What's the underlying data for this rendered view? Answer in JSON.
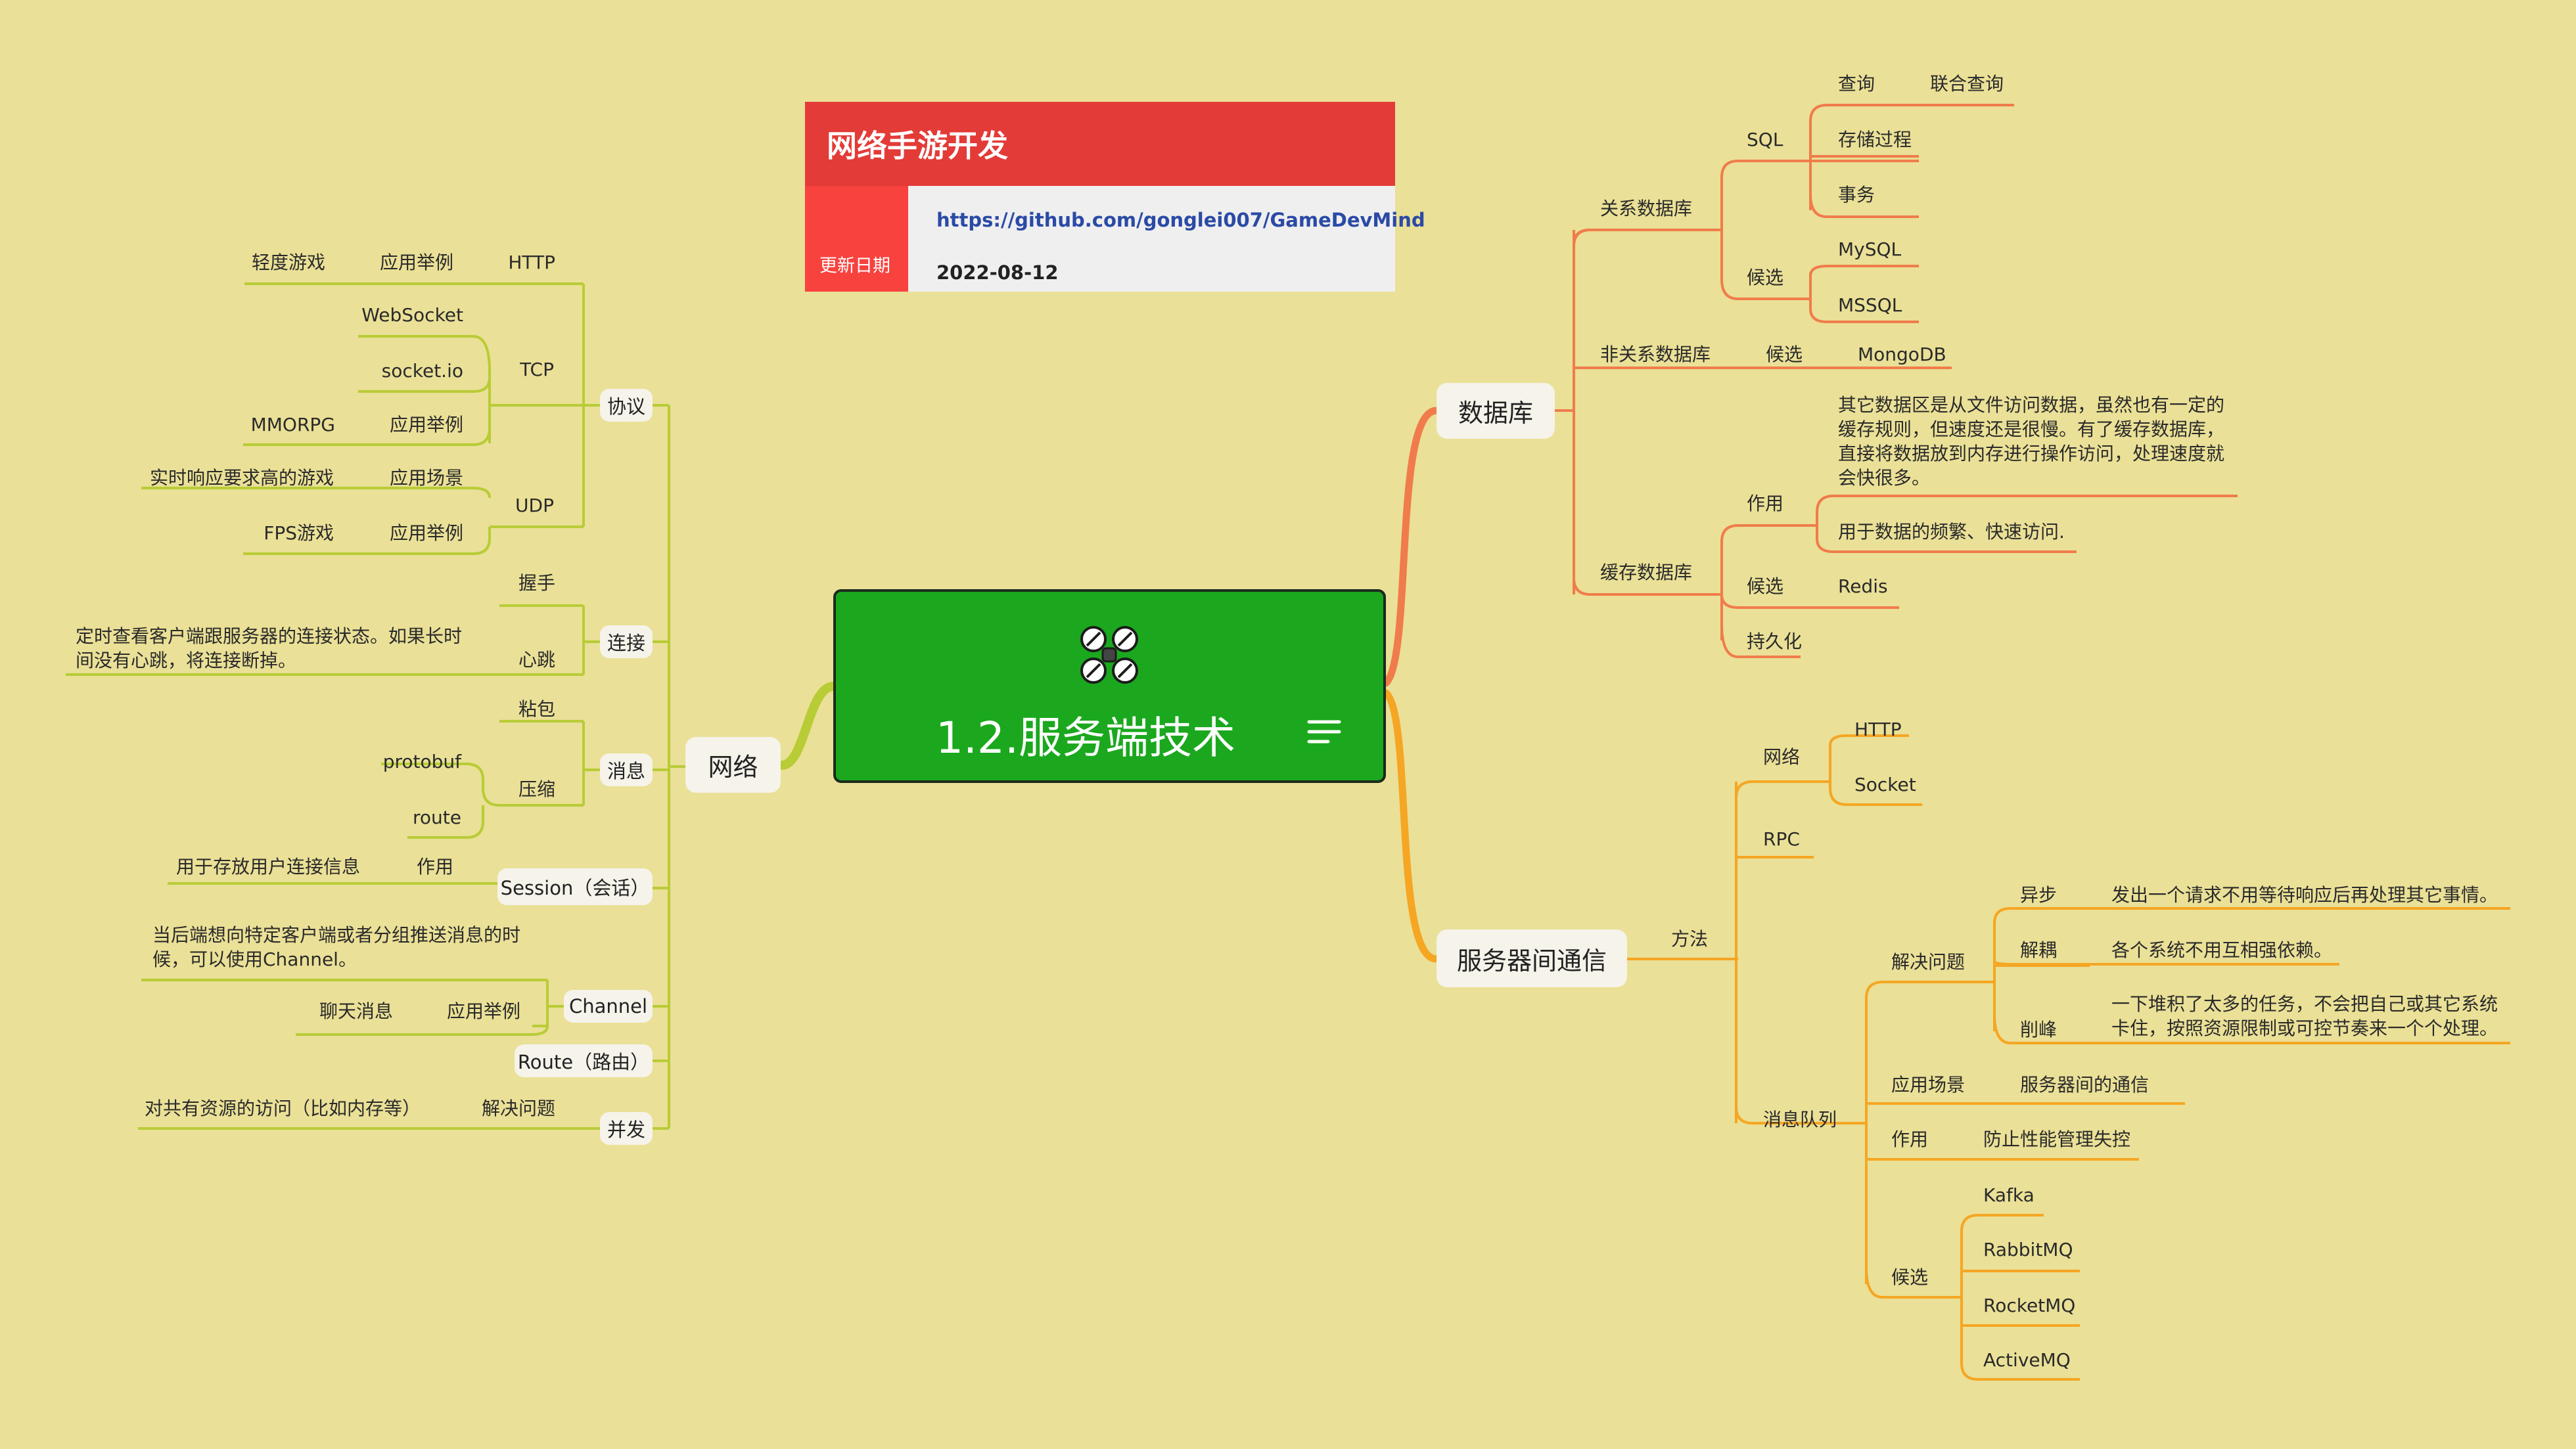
{
  "header_card": {
    "title": "网络手游开发",
    "url": "https://github.com/gonglei007/GameDevMind",
    "date_label": "更新日期",
    "date": "2022-08-12"
  },
  "central": {
    "title": "1.2.服务端技术",
    "icon": "drone-icon",
    "menu_icon": "notes-icon"
  },
  "colors": {
    "background": "#EAE097",
    "central_fill": "#1BA81E",
    "branch_network": "#B8CC36",
    "branch_database": "#F07C4B",
    "branch_server": "#F5A623",
    "card_red": "#E33B37"
  },
  "network": {
    "label": "网络",
    "protocol": {
      "label": "协议",
      "http": {
        "label": "HTTP",
        "example_label": "应用举例",
        "example": "轻度游戏"
      },
      "tcp": {
        "label": "TCP",
        "websocket": "WebSocket",
        "socketio": "socket.io",
        "example_label": "应用举例",
        "example": "MMORPG"
      },
      "udp": {
        "label": "UDP",
        "scene_label": "应用场景",
        "scene": "实时响应要求高的游戏",
        "example_label": "应用举例",
        "example": "FPS游戏"
      }
    },
    "connect": {
      "label": "连接",
      "handshake": "握手",
      "heartbeat": "心跳",
      "heartbeat_desc": "定时查看客户端跟服务器的连接状态。如果长时间没有心跳，将连接断掉。"
    },
    "message": {
      "label": "消息",
      "sticky": "粘包",
      "compress": "压缩",
      "protobuf": "protobuf",
      "route": "route"
    },
    "session": {
      "label": "Session（会话）",
      "role_label": "作用",
      "role": "用于存放用户连接信息"
    },
    "channel": {
      "label": "Channel",
      "desc": "当后端想向特定客户端或者分组推送消息的时候，可以使用Channel。",
      "example_label": "应用举例",
      "example": "聊天消息"
    },
    "route_node": {
      "label": "Route（路由）"
    },
    "concurrency": {
      "label": "并发",
      "problem_label": "解决问题",
      "problem": "对共有资源的访问（比如内存等）"
    }
  },
  "database": {
    "label": "数据库",
    "relational": {
      "label": "关系数据库",
      "sql": {
        "label": "SQL",
        "query": "查询",
        "join_query": "联合查询",
        "procedure": "存储过程",
        "transaction": "事务"
      },
      "candidates": {
        "label": "候选",
        "items": [
          "MySQL",
          "MSSQL"
        ]
      }
    },
    "nosql": {
      "label": "非关系数据库",
      "candidates_label": "候选",
      "candidate": "MongoDB"
    },
    "cache": {
      "label": "缓存数据库",
      "role_label": "作用",
      "role_desc": "其它数据区是从文件访问数据，虽然也有一定的缓存规则，但速度还是很慢。有了缓存数据库，直接将数据放到内存进行操作访问，处理速度就会快很多。",
      "role_use": "用于数据的频繁、快速访问.",
      "candidates_label": "候选",
      "candidate": "Redis",
      "persistence": "持久化"
    }
  },
  "server_comm": {
    "label": "服务器间通信",
    "method": {
      "label": "方法",
      "network": {
        "label": "网络",
        "items": [
          "HTTP",
          "Socket"
        ]
      },
      "rpc": "RPC",
      "mq": {
        "label": "消息队列",
        "solve": {
          "label": "解决问题",
          "async_label": "异步",
          "async": "发出一个请求不用等待响应后再处理其它事情。",
          "decouple_label": "解耦",
          "decouple": "各个系统不用互相强依赖。",
          "peak_label": "削峰",
          "peak": "一下堆积了太多的任务，不会把自己或其它系统卡住，按照资源限制或可控节奏来一个个处理。"
        },
        "scene_label": "应用场景",
        "scene": "服务器间的通信",
        "role_label": "作用",
        "role": "防止性能管理失控",
        "candidates": {
          "label": "候选",
          "items": [
            "Kafka",
            "RabbitMQ",
            "RocketMQ",
            "ActiveMQ"
          ]
        }
      }
    }
  }
}
